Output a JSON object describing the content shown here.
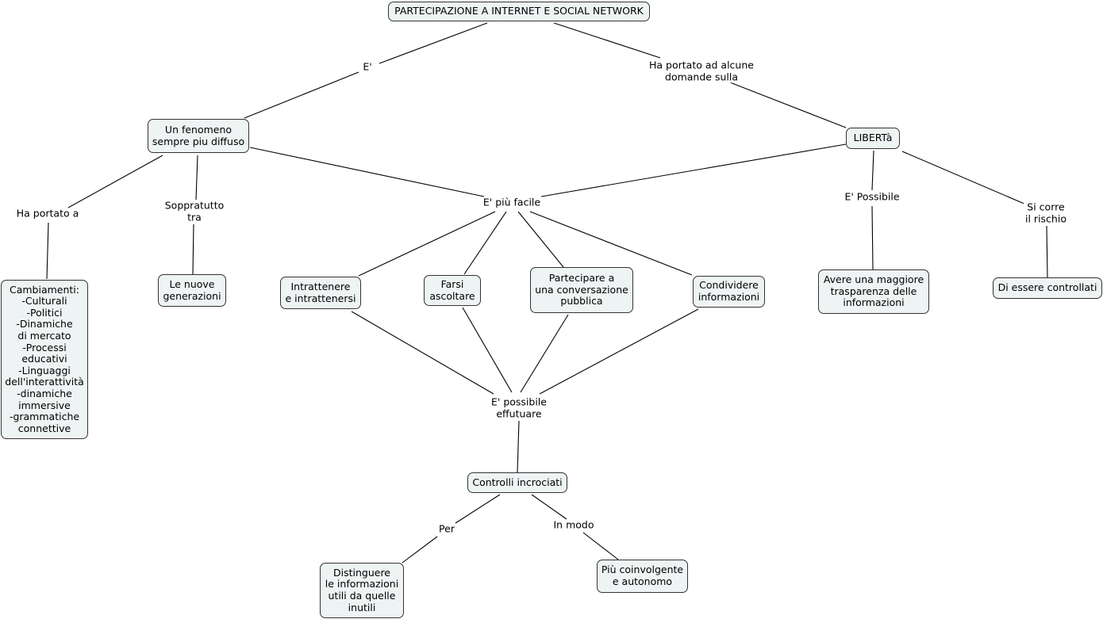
{
  "nodes": {
    "root": "PARTECIPAZIONE A INTERNET E SOCIAL NETWORK",
    "fenomeno": "Un fenomeno\nsempre piu diffuso",
    "liberta": "LIBERTà",
    "cambiamenti": "Cambiamenti:\n-Culturali\n-Politici\n-Dinamiche\ndi mercato\n-Processi\neducativi\n-Linguaggi\ndell'interattività\n-dinamiche\nimmersive\n-grammatiche\nconnettive",
    "nuove_generazioni": "Le nuove\ngenerazioni",
    "intrattenere": "Intrattenere\ne intrattenersi",
    "farsi_ascoltare": "Farsi\nascoltare",
    "partecipare": "Partecipare a\nuna conversazione\npubblica",
    "condividere": "Condividere\ninformazioni",
    "trasparenza": "Avere una maggiore\ntrasparenza delle\ninformazioni",
    "controllati": "Di essere controllati",
    "controlli": "Controlli incrociati",
    "distinguere": "Distinguere\nle informazioni\nutili da quelle\ninutili",
    "coinvolgente": "Più coinvolgente\ne autonomo"
  },
  "labels": {
    "e": "E'",
    "ha_portato_domande": "Ha portato ad alcune\ndomande sulla",
    "ha_portato_a": "Ha portato a",
    "soprattutto": "Soppratutto\ntra",
    "piu_facile": "E' più facile",
    "possibile": "E' Possibile",
    "si_corre": "Si corre\nil rischio",
    "possibile_effettuare": "E' possibile\neffutuare",
    "per": "Per",
    "in_modo": "In modo"
  }
}
